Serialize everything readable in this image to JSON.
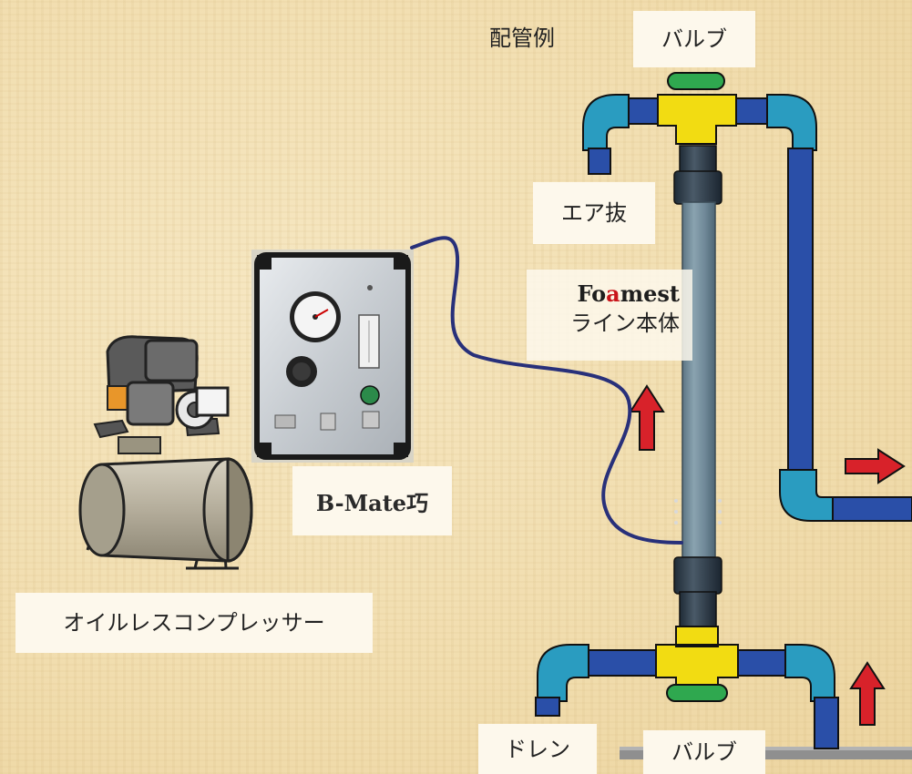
{
  "labels": {
    "piping_example": "配管例",
    "valve_top": "バルブ",
    "air_vent": "エア抜",
    "foamest_brand_pre": "Fo",
    "foamest_brand_a": "a",
    "foamest_brand_post": "mest",
    "foamest_sub": "ライン本体",
    "bmate": "B-Mate巧",
    "compressor": "オイルレスコンプレッサー",
    "drain": "ドレン",
    "valve_bottom": "バルブ"
  },
  "colors": {
    "pipe_blue": "#2a4fa8",
    "elbow_teal": "#2a9cc0",
    "valve_yellow": "#f2dc12",
    "handle_green": "#2fa84f",
    "column_gray": "#6d8593",
    "arrow_red": "#d8222a",
    "hose_navy": "#28307a"
  }
}
